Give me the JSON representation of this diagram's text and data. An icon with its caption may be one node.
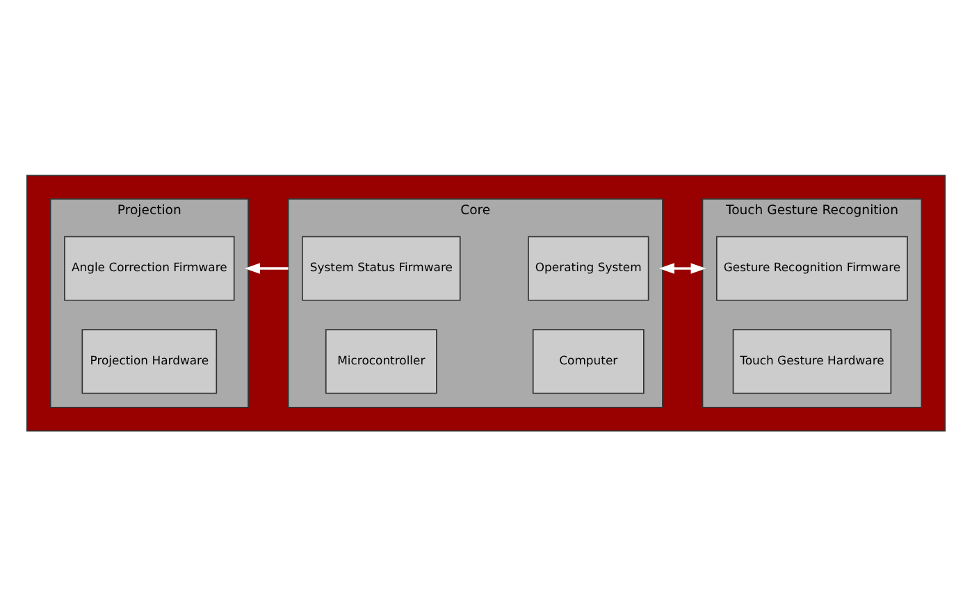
{
  "diagram": {
    "nodes": [
      {
        "text": [],
        "shape": "box"
      },
      {
        "text": [
          "Projection"
        ],
        "in": 0
      },
      {
        "text": [
          "Angle Correction Firmware"
        ],
        "in": 1
      },
      {
        "text": [
          "Projection Hardware"
        ],
        "in": 1
      },
      {
        "text": [
          "Core"
        ],
        "in": 0
      },
      {
        "text": [
          "System Status Firmware"
        ],
        "in": 4
      },
      {
        "text": [
          "Operating System"
        ],
        "in": 4
      },
      {
        "text": [
          "Microcontroller"
        ],
        "in": 4
      },
      {
        "text": [
          "Computer"
        ],
        "in": 4
      },
      {
        "text": [
          "Touch Gesture Recognition"
        ],
        "in": 0
      },
      {
        "text": [
          "Gesture Recognition Firmware"
        ],
        "in": 9
      },
      {
        "text": [
          "Touch Gesture Hardware"
        ],
        "in": 9
      }
    ],
    "edges": [
      {
        "from": 4,
        "to": 1,
        "arrow": "to",
        "color": "#ffffff"
      },
      {
        "from": 4,
        "to": 9,
        "arrow": "both",
        "color": "#ffffff"
      }
    ]
  }
}
